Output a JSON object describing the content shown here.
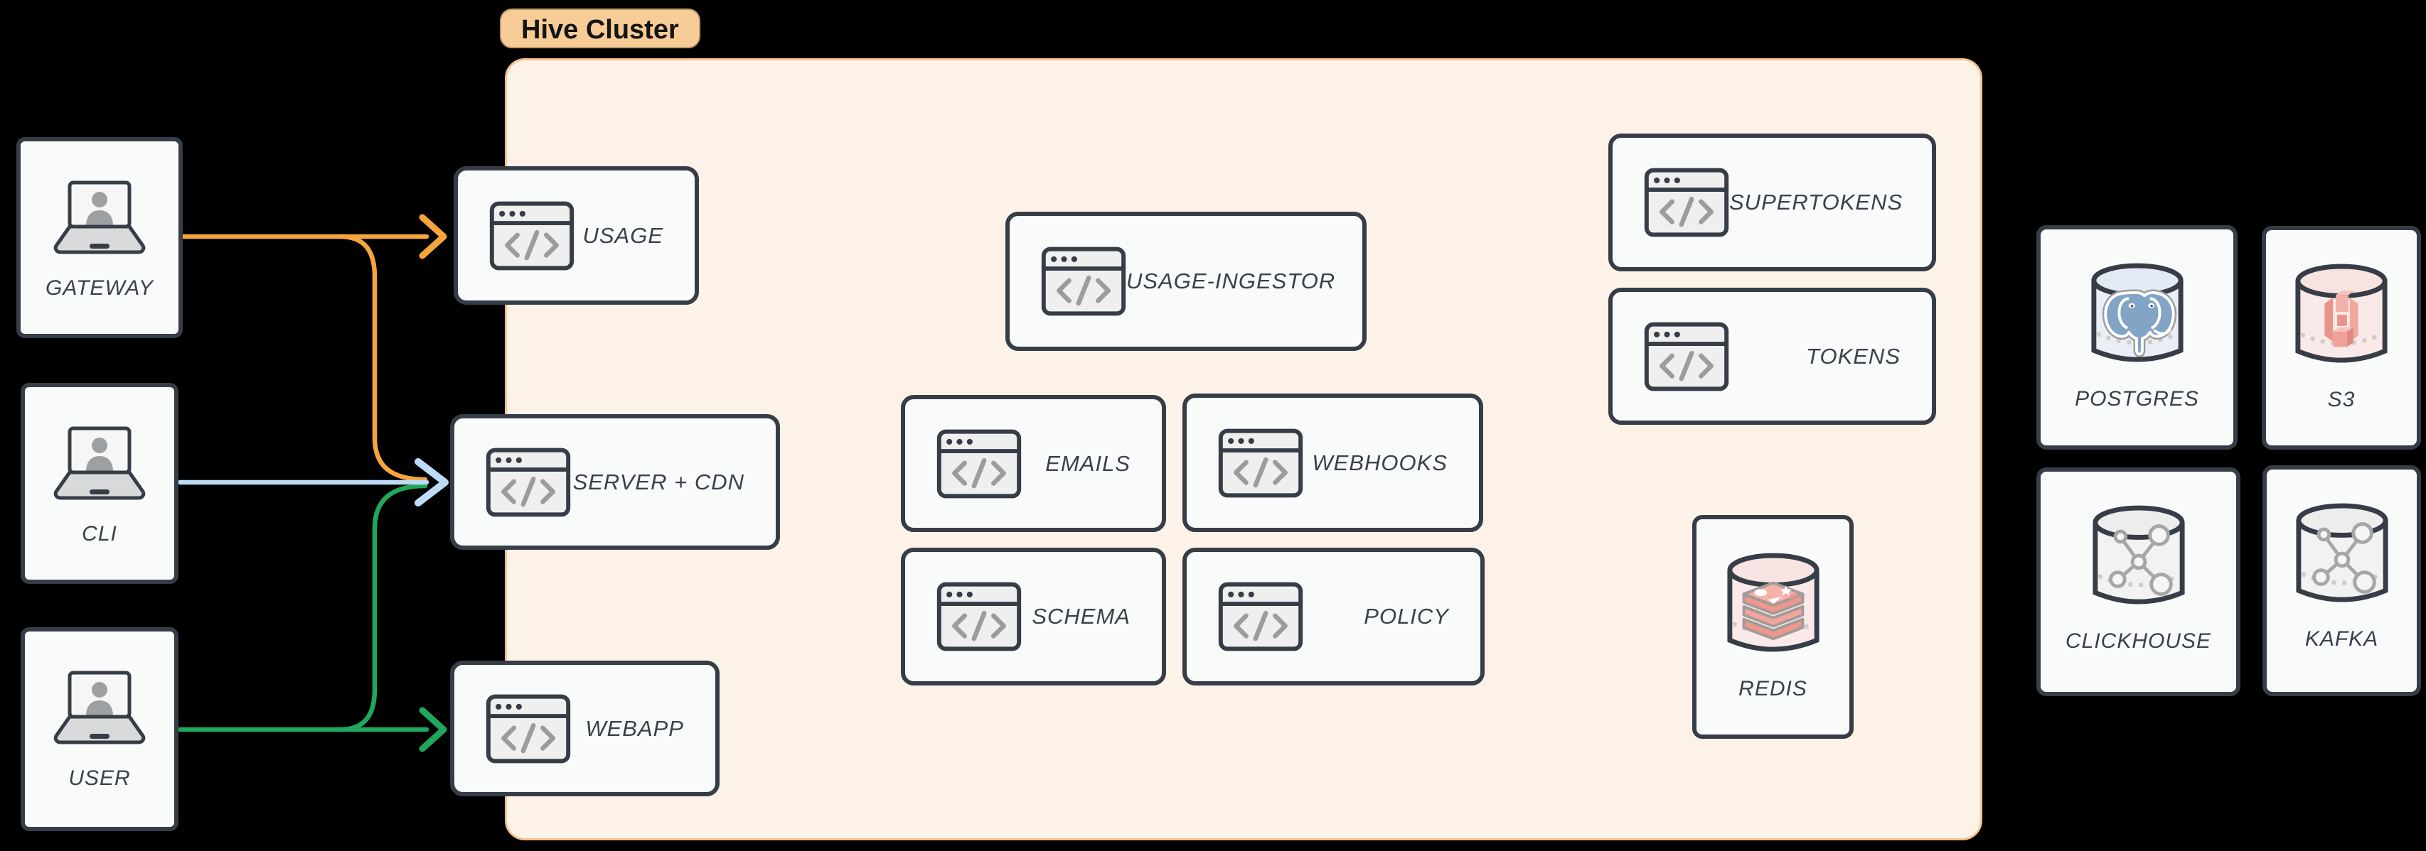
{
  "cluster": {
    "label": "Hive Cluster"
  },
  "actors": {
    "gateway": {
      "label": "GATEWAY",
      "icon": "laptop-user"
    },
    "cli": {
      "label": "CLI",
      "icon": "laptop-user"
    },
    "user": {
      "label": "USER",
      "icon": "laptop-user"
    }
  },
  "services": {
    "usage": {
      "label": "USAGE",
      "icon": "code-window"
    },
    "server_cdn": {
      "label": "SERVER + CDN",
      "icon": "code-window"
    },
    "webapp": {
      "label": "WEBAPP",
      "icon": "code-window"
    },
    "usage_ingestor": {
      "label": "USAGE-INGESTOR",
      "icon": "code-window"
    },
    "emails": {
      "label": "EMAILS",
      "icon": "code-window"
    },
    "webhooks": {
      "label": "WEBHOOKS",
      "icon": "code-window"
    },
    "schema": {
      "label": "SCHEMA",
      "icon": "code-window"
    },
    "policy": {
      "label": "POLICY",
      "icon": "code-window"
    },
    "supertokens": {
      "label": "SUPERTOKENS",
      "icon": "code-window"
    },
    "tokens": {
      "label": "TOKENS",
      "icon": "code-window"
    }
  },
  "datastores": {
    "redis": {
      "label": "REDIS",
      "icon": "redis-cylinder"
    },
    "postgres": {
      "label": "POSTGRES",
      "icon": "postgres-cylinder"
    },
    "s3": {
      "label": "S3",
      "icon": "s3-cylinder"
    },
    "clickhouse": {
      "label": "CLICKHOUSE",
      "icon": "graph-cylinder"
    },
    "kafka": {
      "label": "KAFKA",
      "icon": "graph-cylinder"
    }
  },
  "edges": [
    {
      "from": "gateway",
      "to": "usage",
      "color": "#F6A53C"
    },
    {
      "from": "gateway",
      "to": "server_cdn",
      "color": "#F6A53C"
    },
    {
      "from": "cli",
      "to": "server_cdn",
      "color": "#BCDCF8"
    },
    {
      "from": "user",
      "to": "server_cdn",
      "color": "#1FA85D"
    },
    {
      "from": "user",
      "to": "webapp",
      "color": "#1FA85D"
    }
  ],
  "colors": {
    "background": "#000000",
    "cluster_fill": "#FDF2E7",
    "cluster_border": "#F5C28F",
    "badge_fill": "#F8CC96",
    "box_fill": "#F9FAFA",
    "box_border": "#363D46",
    "label_text": "#3A414B",
    "arrow_orange": "#F6A53C",
    "arrow_blue": "#BCDCF8",
    "arrow_green": "#1FA85D"
  }
}
